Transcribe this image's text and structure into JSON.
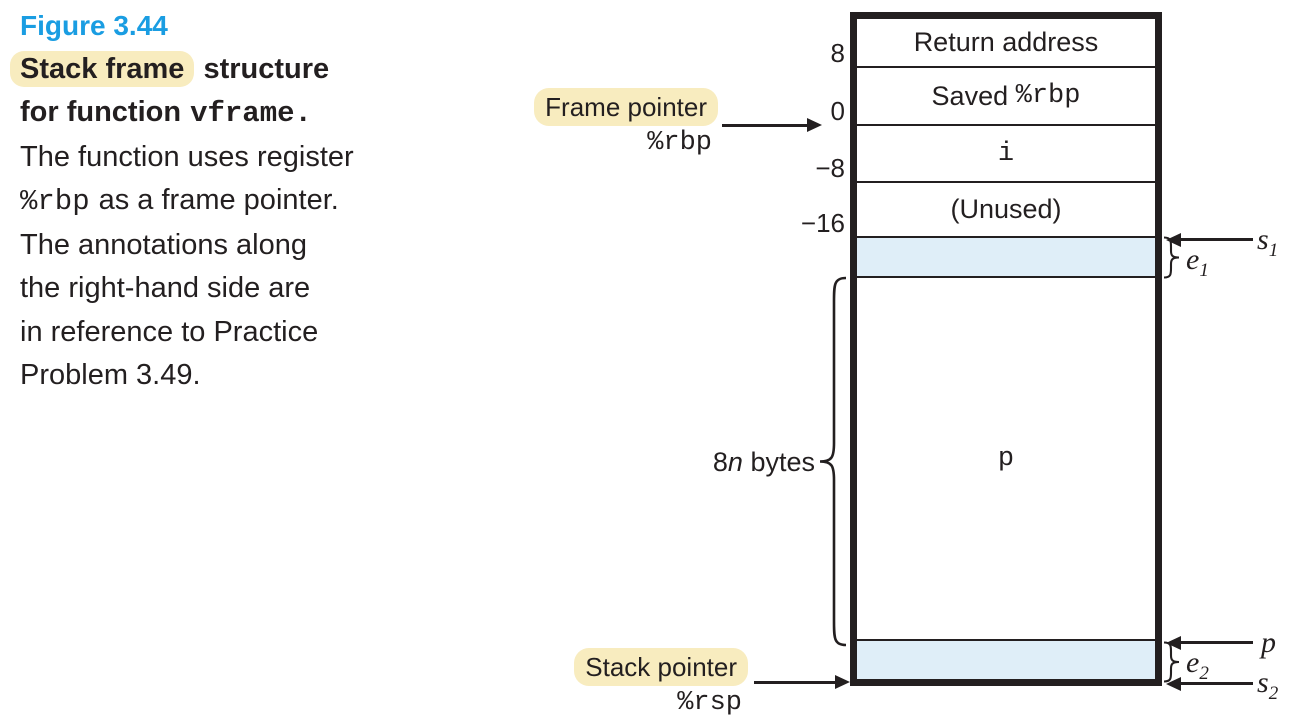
{
  "caption": {
    "figure_label": "Figure 3.44",
    "title_highlight": "Stack frame",
    "title_rest": "structure",
    "title_line2_text": "for function",
    "title_line2_code": "vframe.",
    "body": {
      "line1": "The function uses register",
      "line2_code": "%rbp",
      "line2_rest": "as a frame pointer.",
      "line3": "The annotations along",
      "line4": "the right-hand side are",
      "line5": "in reference to Practice",
      "line6": "Problem 3.49."
    }
  },
  "stack": {
    "cells": {
      "return_address": "Return address",
      "saved_prefix": "Saved",
      "saved_register": "%rbp",
      "var_i": "i",
      "unused": "(Unused)",
      "array_p": "p"
    },
    "offsets": [
      "8",
      "0",
      "−8",
      "−16"
    ]
  },
  "pointers": {
    "frame": {
      "label": "Frame pointer",
      "register": "%rbp"
    },
    "stack": {
      "label": "Stack pointer",
      "register": "%rsp"
    }
  },
  "size_annotation": {
    "prefix": "8",
    "var": "n",
    "suffix": "bytes"
  },
  "side_annotations": {
    "s1": {
      "base": "s",
      "sub": "1"
    },
    "e1": {
      "base": "e",
      "sub": "1"
    },
    "p": {
      "base": "p",
      "sub": ""
    },
    "e2": {
      "base": "e",
      "sub": "2"
    },
    "s2": {
      "base": "s",
      "sub": "2"
    }
  },
  "colors": {
    "accent_blue": "#1a9de2",
    "highlight_yellow": "#f8ecbf",
    "shaded_cell_blue": "#dfeef8",
    "ink": "#231f20"
  }
}
